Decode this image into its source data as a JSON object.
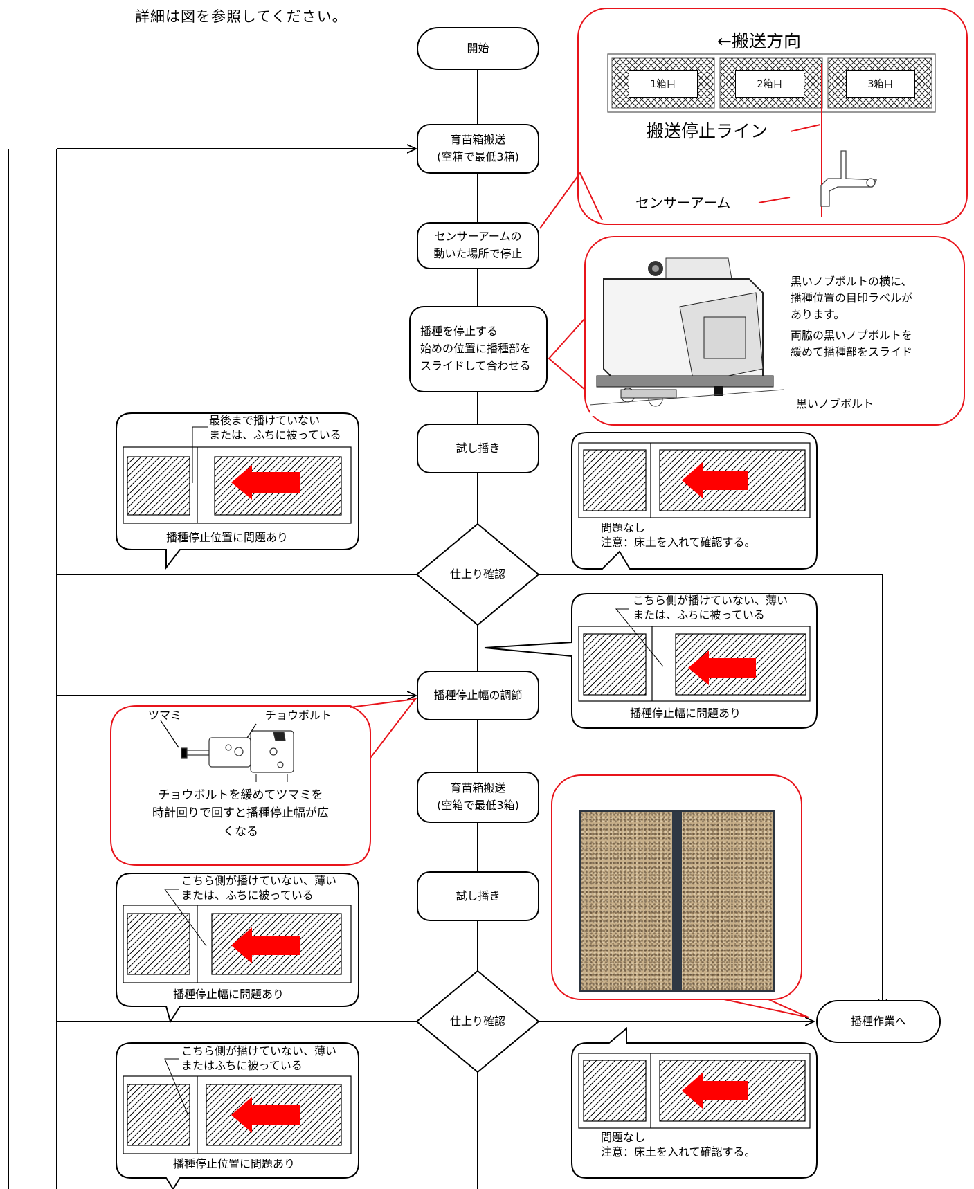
{
  "intro": "詳細は図を参照してください。",
  "nodes": {
    "start": "開始",
    "transport1": [
      "育苗箱搬送",
      "(空箱で最低3箱)"
    ],
    "stop_at_sensor": [
      "センサーアームの",
      "動いた場所で停止"
    ],
    "stop_seeding": [
      "播種を停止する",
      "始めの位置に播種部を",
      "スライドして合わせる"
    ],
    "trial1": "試し播き",
    "check1": "仕上り確認",
    "adjust_width": "播種停止幅の調節",
    "transport2": [
      "育苗箱搬送",
      "(空箱で最低3箱)"
    ],
    "trial2": "試し播き",
    "check2": "仕上り確認",
    "to_seeding": "播種作業へ"
  },
  "conveyor_callout": {
    "direction": "←搬送方向",
    "boxes": [
      "1箱目",
      "2箱目",
      "3箱目"
    ],
    "stop_line": "搬送停止ライン",
    "sensor_arm": "センサーアーム"
  },
  "knob_callout": {
    "text1": "黒いノブボルトの横に、",
    "text2": "播種位置の目印ラベルが",
    "text3": "あります。",
    "text4": "両脇の黒いノブボルトを",
    "text5": "緩めて播種部をスライド",
    "pointer": "黒いノブボルト"
  },
  "bubbles": {
    "stop_pos_problem": {
      "note1": "最後まで播けていない",
      "note2": "または、ふちに被っている",
      "caption": "播種停止位置に問題あり"
    },
    "ok1": {
      "line1": "問題なし",
      "line2": "注意：床土を入れて確認する。"
    },
    "width_problem1": {
      "note1": "こちら側が播けていない、薄い",
      "note2": "または、ふちに被っている",
      "caption": "播種停止幅に問題あり"
    },
    "width_problem2": {
      "note1": "こちら側が播けていない、薄い",
      "note2": "または、ふちに被っている",
      "caption": "播種停止幅に問題あり"
    },
    "stop_pos_problem2": {
      "note1": "こちら側が播けていない、薄い",
      "note2": "またはふちに被っている",
      "caption": "播種停止位置に問題あり"
    },
    "ok2": {
      "line1": "問題なし",
      "line2": "注意：床土を入れて確認する。"
    }
  },
  "adjust_callout": {
    "knob": "ツマミ",
    "wing_bolt": "チョウボルト",
    "line1": "チョウボルトを緩めてツマミを",
    "line2": "時計回りで回すと播種停止幅が広",
    "line3": "くなる"
  },
  "colors": {
    "callout": "#e8141b",
    "arrow": "#ff0000",
    "line": "#000000"
  }
}
